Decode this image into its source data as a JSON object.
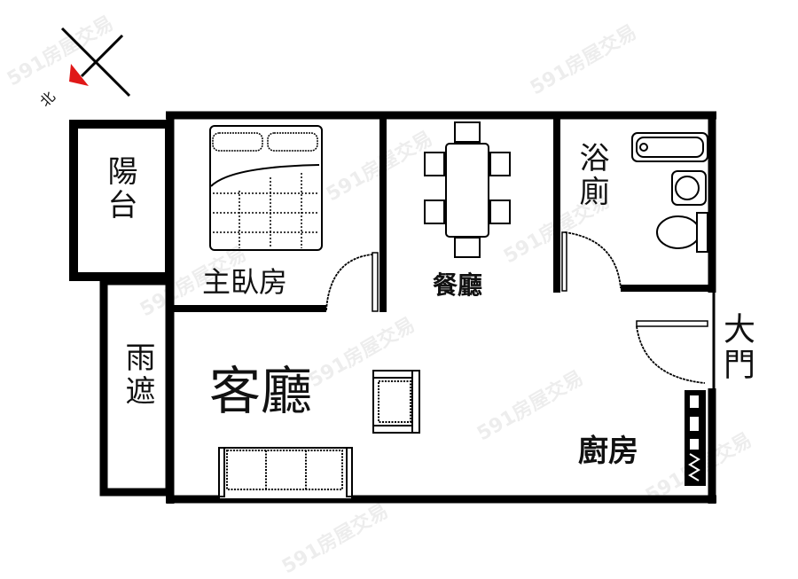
{
  "plan": {
    "compass": {
      "north_label": "北",
      "arrow_color": "#e01818"
    },
    "rooms": {
      "balcony": "陽台",
      "canopy": "雨遮",
      "master_bedroom": "主臥房",
      "dining": "餐廳",
      "bathroom": "浴廁",
      "living": "客廳",
      "kitchen": "廚房",
      "main_door": "大門"
    },
    "watermark": "591房屋交易"
  },
  "colors": {
    "wall": "#000000",
    "background": "#ffffff",
    "text": "#111111"
  }
}
